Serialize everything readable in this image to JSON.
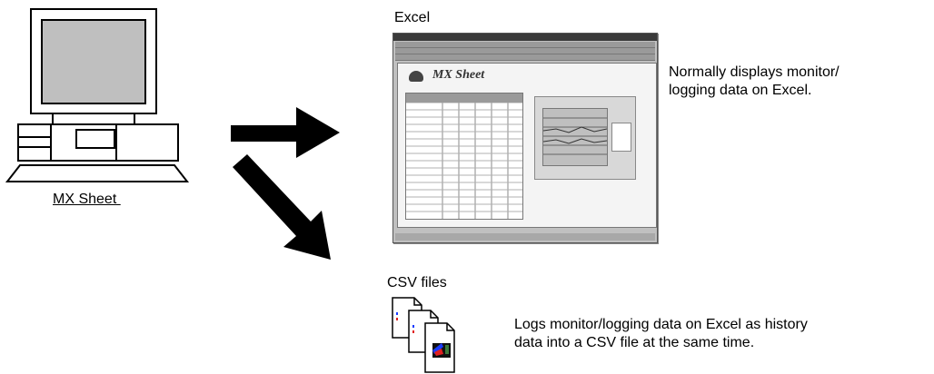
{
  "computer": {
    "label": "MX Sheet "
  },
  "excel": {
    "label": "Excel",
    "brand": "MX Sheet",
    "description_line1": "Normally displays monitor/",
    "description_line2": "logging data on Excel."
  },
  "csv": {
    "label": "CSV files",
    "description_line1": "Logs monitor/logging data on Excel as history",
    "description_line2": "data into a CSV file at the same time."
  }
}
